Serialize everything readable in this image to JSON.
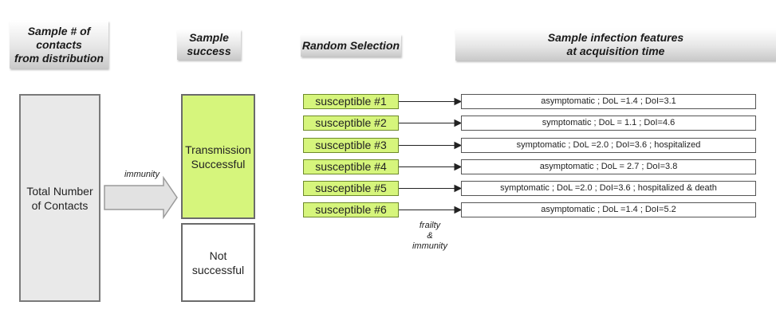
{
  "headers": {
    "sample_contacts": "Sample # of\ncontacts\nfrom distribution",
    "sample_success": "Sample\nsuccess",
    "random_selection": "Random Selection",
    "infection_features": "Sample infection features\nat acquisition time"
  },
  "total_contacts": "Total Number\nof Contacts",
  "transmission_successful": "Transmission\nSuccessful",
  "not_successful": "Not\nsuccessful",
  "immunity_label": "immunity",
  "frailty_label": "frailty\n&\nimmunity",
  "susceptibles": [
    "susceptible #1",
    "susceptible #2",
    "susceptible #3",
    "susceptible #4",
    "susceptible #5",
    "susceptible #6"
  ],
  "features": [
    "asymptomatic ; DoL =1.4 ; DoI=3.1",
    "symptomatic ; DoL = 1.1 ; DoI=4.6",
    "symptomatic ; DoL =2.0 ; DoI=3.6 ; hospitalized",
    "asymptomatic ; DoL = 2.7 ; DoI=3.8",
    "symptomatic ; DoL =2.0 ; DoI=3.6 ; hospitalized & death",
    "asymptomatic ; DoL =1.4 ; DoI=5.2"
  ],
  "colors": {
    "success_fill": "#d6f57c",
    "total_fill": "#e9e9e9",
    "arrow_fill": "#e2e2e2"
  }
}
